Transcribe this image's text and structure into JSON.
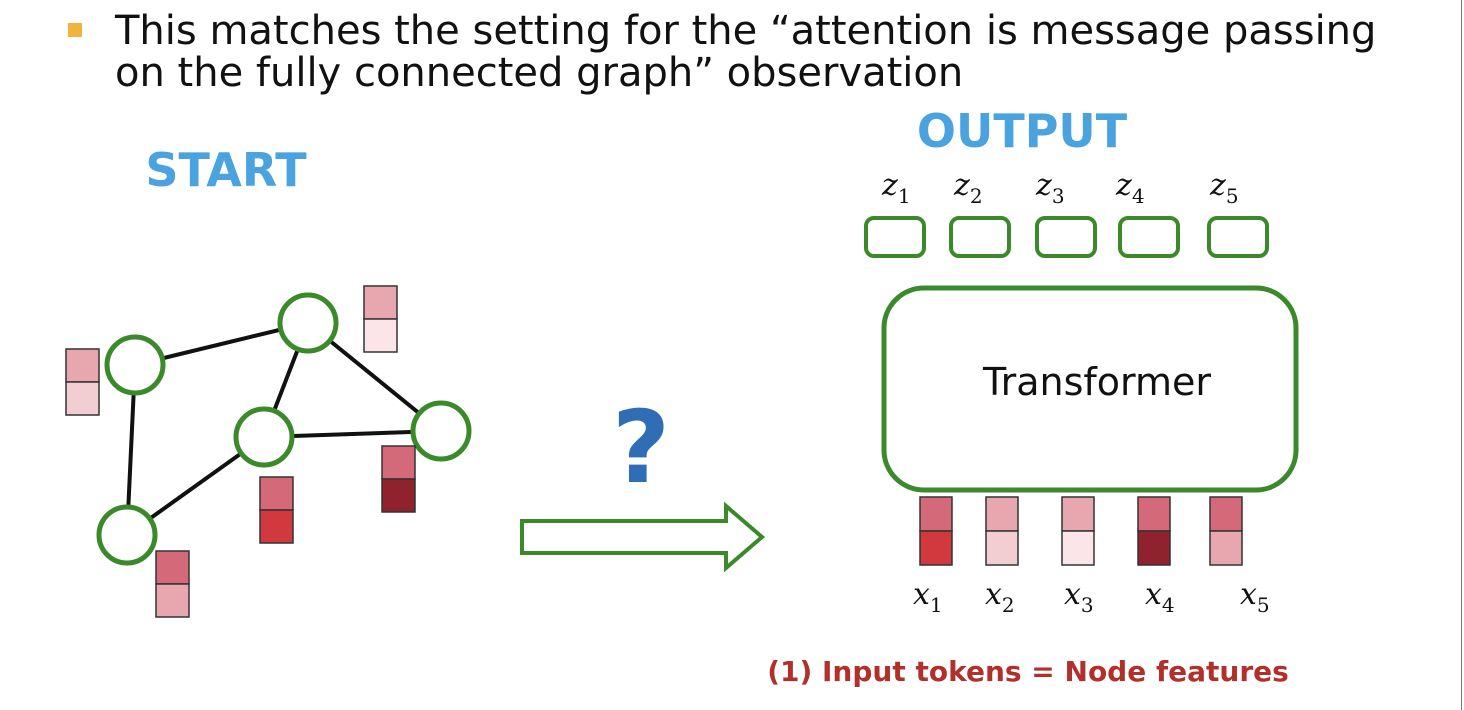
{
  "bullet": {
    "text_line1": "This matches the setting for the “attention is message passing",
    "text_line2": "on the fully connected graph” observation"
  },
  "labels": {
    "start": "START",
    "output": "OUTPUT",
    "transformer": "Transformer",
    "question": "?",
    "caption": "(1) Input tokens = Node features"
  },
  "output_tokens": [
    {
      "base": "z",
      "sub": "1"
    },
    {
      "base": "z",
      "sub": "2"
    },
    {
      "base": "z",
      "sub": "3"
    },
    {
      "base": "z",
      "sub": "4"
    },
    {
      "base": "z",
      "sub": "5"
    }
  ],
  "input_tokens": [
    {
      "base": "x",
      "sub": "1",
      "top": "#d4697a",
      "bottom": "#d2393f"
    },
    {
      "base": "x",
      "sub": "2",
      "top": "#e8a7af",
      "bottom": "#f2cdd2"
    },
    {
      "base": "x",
      "sub": "3",
      "top": "#e8a7af",
      "bottom": "#fbe5e8"
    },
    {
      "base": "x",
      "sub": "4",
      "top": "#d4697a",
      "bottom": "#8f222c"
    },
    {
      "base": "x",
      "sub": "5",
      "top": "#d4697a",
      "bottom": "#e8a7af"
    }
  ],
  "graph_features": [
    {
      "top": "#e8a7af",
      "bottom": "#f2cdd2"
    },
    {
      "top": "#e8a7af",
      "bottom": "#fbe5e8"
    },
    {
      "top": "#d4697a",
      "bottom": "#8f222c"
    },
    {
      "top": "#d4697a",
      "bottom": "#d2393f"
    },
    {
      "top": "#d4697a",
      "bottom": "#e8a7af"
    }
  ],
  "colors": {
    "accent_blue": "#4aa3df",
    "question_blue": "#2f6db5",
    "graph_green": "#3a8a2a",
    "caption_red": "#b2302a",
    "bullet_gold": "#f0b43c"
  }
}
